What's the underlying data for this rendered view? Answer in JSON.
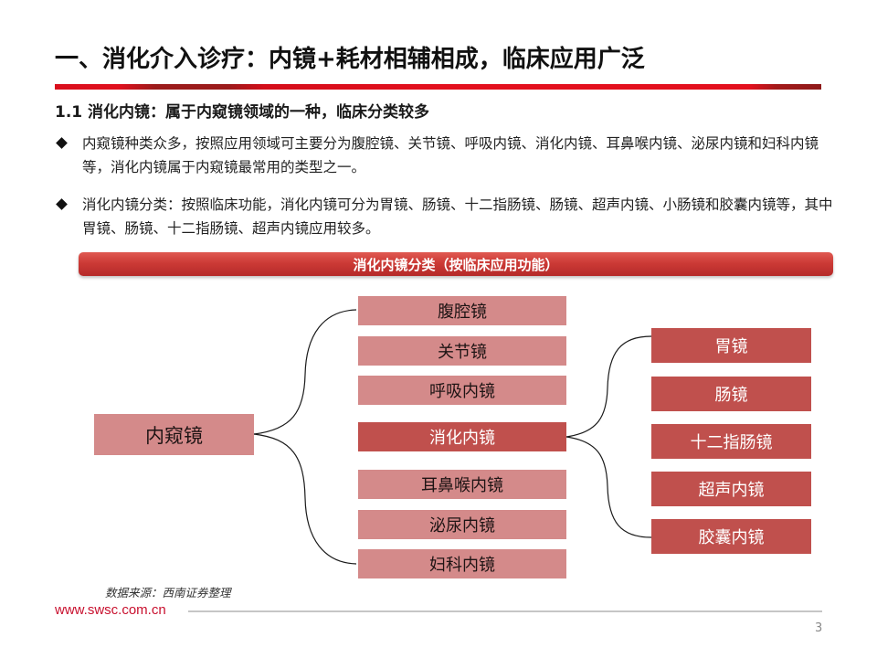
{
  "header": {
    "title": "一、消化介入诊疗：内镜+耗材相辅相成，临床应用广泛"
  },
  "section": {
    "subtitle": "1.1 消化内镜：属于内窥镜领域的一种，临床分类较多",
    "bullets": [
      {
        "icon": "diamond-bullet-icon",
        "text": "内窥镜种类众多，按照应用领域可主要分为腹腔镜、关节镜、呼吸内镜、消化内镜、耳鼻喉内镜、泌尿内镜和妇科内镜等，消化内镜属于内窥镜最常用的类型之一。"
      },
      {
        "icon": "diamond-bullet-icon",
        "text": "消化内镜分类：按照临床功能，消化内镜可分为胃镜、肠镜、十二指肠镜、肠镜、超声内镜、小肠镜和胶囊内镜等，其中胃镜、肠镜、十二指肠镜、超声内镜应用较多。"
      }
    ]
  },
  "diagram": {
    "banner": "消化内镜分类（按临床应用功能）",
    "root": "内窥镜",
    "middle": [
      {
        "label": "腹腔镜",
        "highlight": false
      },
      {
        "label": "关节镜",
        "highlight": false
      },
      {
        "label": "呼吸内镜",
        "highlight": false
      },
      {
        "label": "消化内镜",
        "highlight": true
      },
      {
        "label": "耳鼻喉内镜",
        "highlight": false
      },
      {
        "label": "泌尿内镜",
        "highlight": false
      },
      {
        "label": "妇科内镜",
        "highlight": false
      }
    ],
    "right": [
      {
        "label": "胃镜"
      },
      {
        "label": "肠镜"
      },
      {
        "label": "十二指肠镜"
      },
      {
        "label": "超声内镜"
      },
      {
        "label": "胶囊内镜"
      }
    ],
    "colors": {
      "light_box": "#d48a8a",
      "dark_box": "#c0504d",
      "banner": "#c0392b",
      "accent_red": "#e3101e"
    }
  },
  "footer": {
    "source": "数据来源：西南证券整理",
    "website": "www.swsc.com.cn",
    "page_number": "3"
  }
}
